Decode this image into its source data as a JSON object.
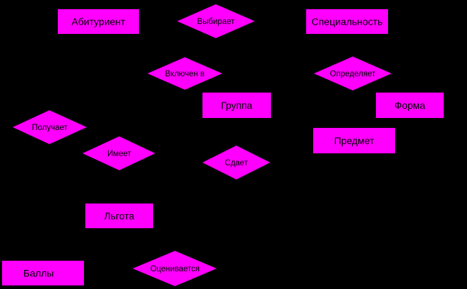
{
  "colors": {
    "background": "#000000",
    "shape_fill": "#ff00ff",
    "text": "#000000"
  },
  "entities": {
    "abiturient": "Абитуриент",
    "specialnost": "Специальность",
    "gruppa": "Группа",
    "forma": "Форма",
    "predmet": "Предмет",
    "lgota": "Льгота",
    "bally": "Баллы"
  },
  "relationships": {
    "vybiraet": "Выбирает",
    "vklyuchen_v": "Включен в",
    "opredelyaet": "Определяет",
    "poluchaet": "Получает",
    "imeet": "Имеет",
    "sdaet": "Сдает",
    "otsenivaetsya": "Оценивается"
  }
}
